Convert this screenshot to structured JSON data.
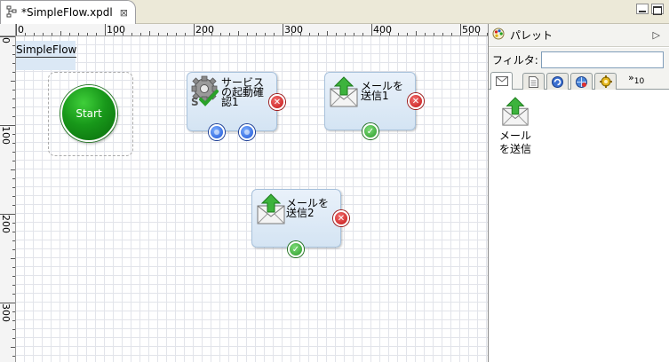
{
  "editor": {
    "tab_title": "*SimpleFlow.xpdl",
    "close_glyph": "⊠"
  },
  "rulers": {
    "horizontal": [
      "0",
      "100",
      "200",
      "300",
      "400",
      "500"
    ],
    "vertical": [
      "0",
      "100",
      "200",
      "300"
    ]
  },
  "canvas": {
    "flow_name": "SimpleFlow",
    "start_label": "Start",
    "nodes": [
      {
        "id": "service",
        "title_lines": [
          "サービス",
          "の起動確",
          "認1"
        ],
        "icon": "gear-service-icon"
      },
      {
        "id": "mail1",
        "title_lines": [
          "メールを",
          "送信1"
        ],
        "icon": "mail-send-icon"
      },
      {
        "id": "mail2",
        "title_lines": [
          "メールを",
          "送信2"
        ],
        "icon": "mail-send-icon"
      }
    ]
  },
  "palette": {
    "title": "パレット",
    "filter_label": "フィルタ:",
    "filter_value": "",
    "tabs": [
      "mail-icon",
      "document-icon",
      "cycle-icon",
      "globe-icon",
      "gear-icon"
    ],
    "more_label": "»",
    "more_count": "10",
    "items": [
      {
        "label_lines": [
          "メール",
          "を送信"
        ],
        "icon": "mail-send-icon"
      }
    ]
  },
  "colors": {
    "node_fill": "#d4e4f3",
    "node_border": "#a8c2dc",
    "start_green": "#18981a",
    "error_red": "#c41414",
    "ok_green": "#2a9a2a",
    "port_blue": "#1c54d6"
  }
}
